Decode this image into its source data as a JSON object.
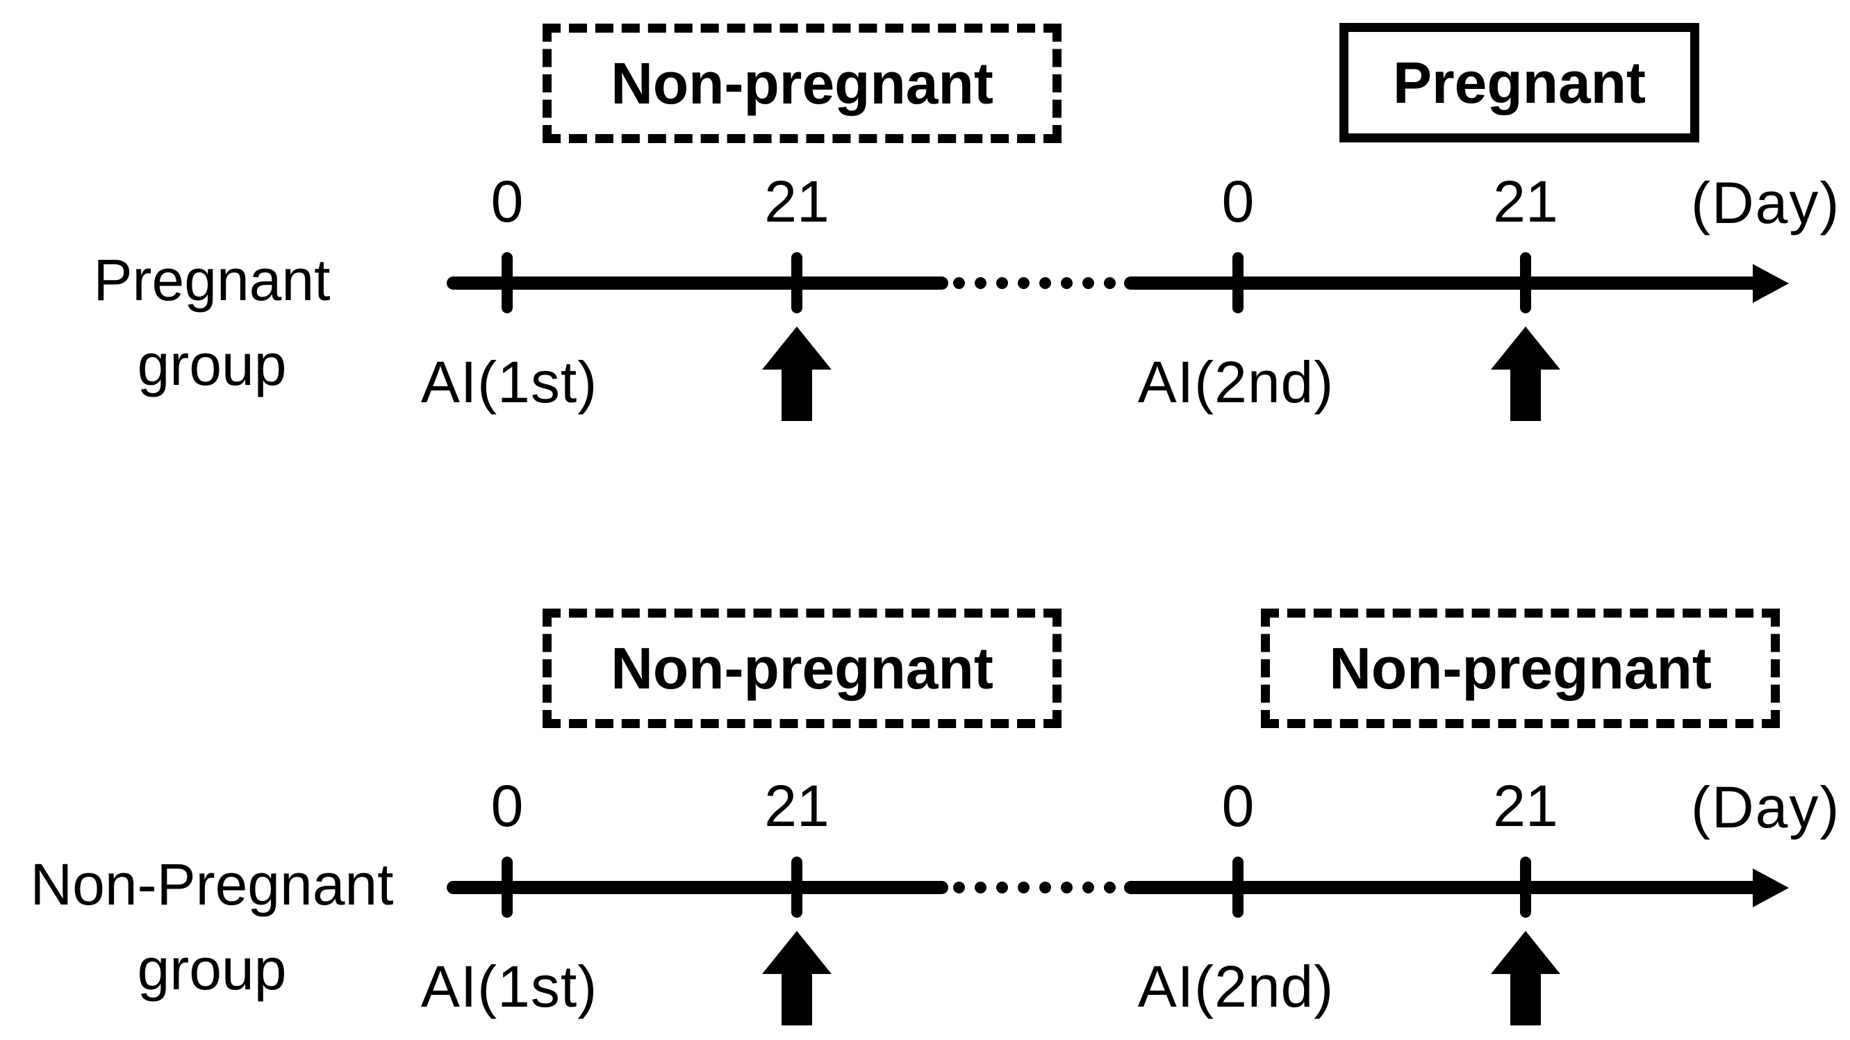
{
  "figure": {
    "background_color": "#ffffff",
    "ink_color": "#000000",
    "rows": [
      {
        "group_label_line1": "Pregnant",
        "group_label_line2": "group",
        "outcome_boxes": [
          {
            "label": "Non-pregnant",
            "border_style": "dashed"
          },
          {
            "label": "Pregnant",
            "border_style": "solid"
          }
        ],
        "segments": [
          {
            "ai_label": "AI(1st)",
            "tick_labels": [
              "0",
              "21"
            ]
          },
          {
            "ai_label": "AI(2nd)",
            "tick_labels": [
              "0",
              "21"
            ]
          }
        ],
        "axis_unit": "(Day)"
      },
      {
        "group_label_line1": "Non-Pregnant",
        "group_label_line2": "group",
        "outcome_boxes": [
          {
            "label": "Non-pregnant",
            "border_style": "dashed"
          },
          {
            "label": "Non-pregnant",
            "border_style": "dashed"
          }
        ],
        "segments": [
          {
            "ai_label": "AI(1st)",
            "tick_labels": [
              "0",
              "21"
            ]
          },
          {
            "ai_label": "AI(2nd)",
            "tick_labels": [
              "0",
              "21"
            ]
          }
        ],
        "axis_unit": "(Day)"
      }
    ]
  }
}
